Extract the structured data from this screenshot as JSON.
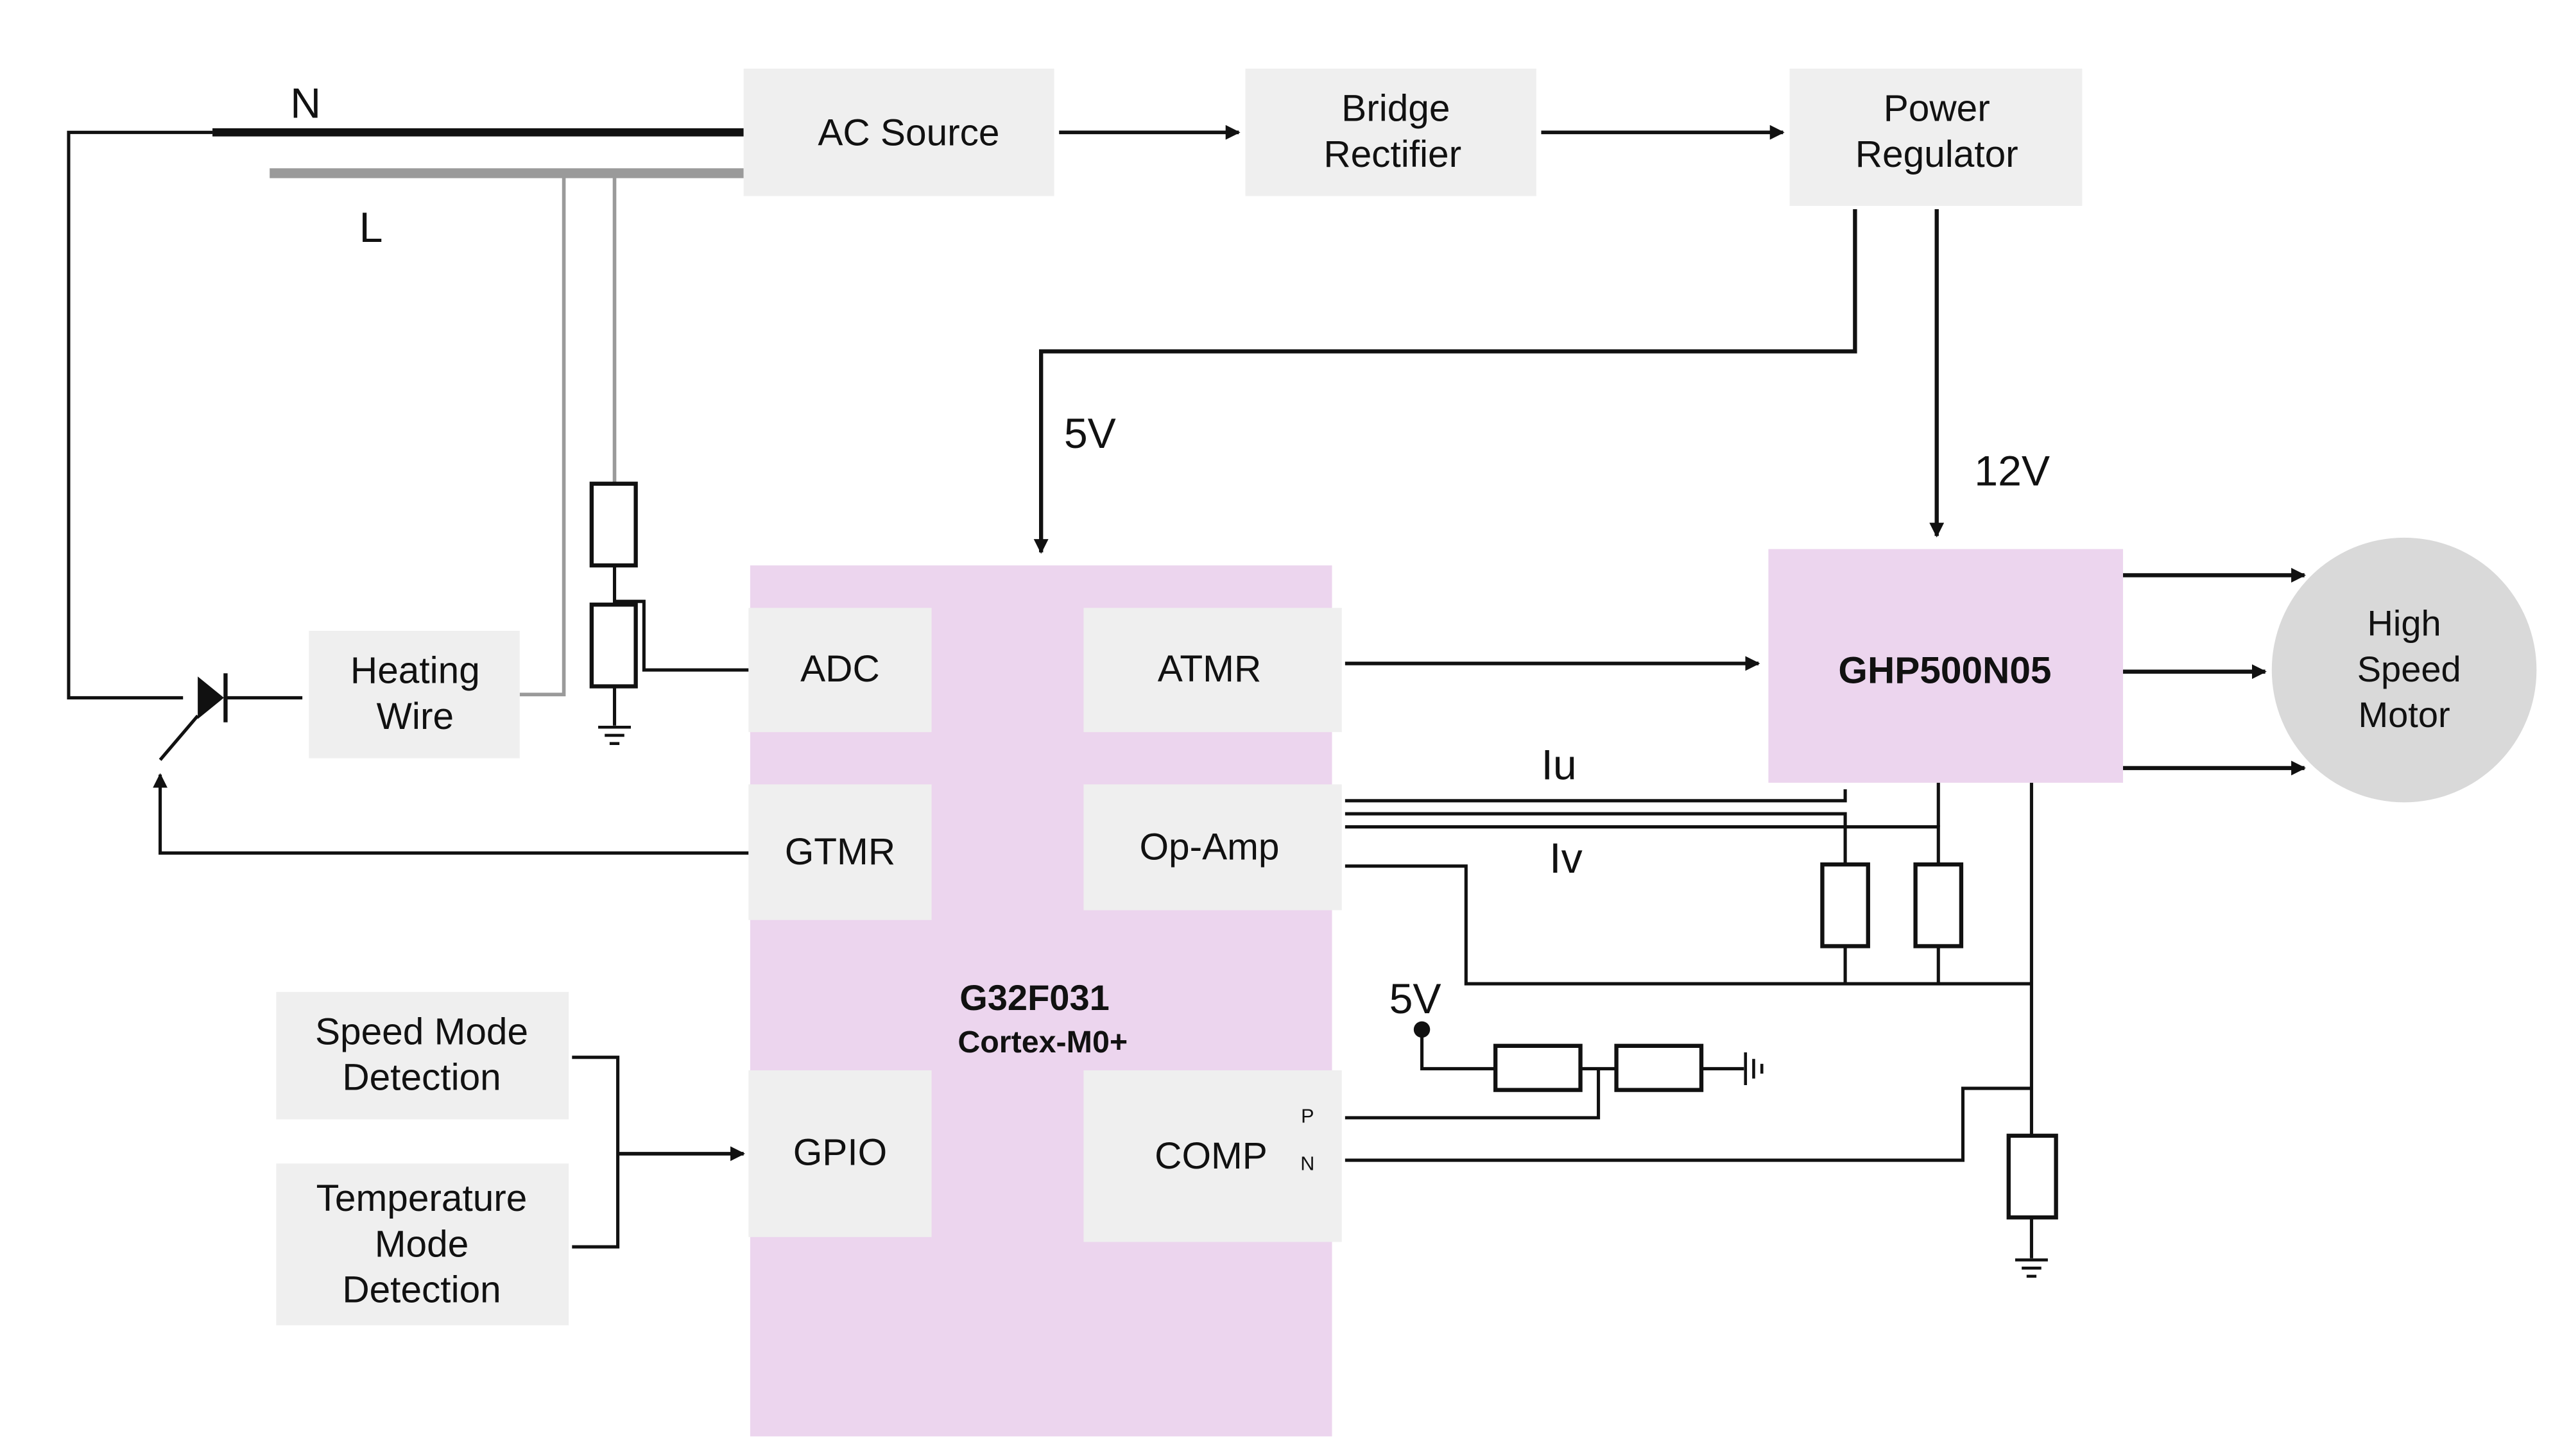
{
  "diagram": {
    "mains": {
      "neutral_label": "N",
      "live_label": "L"
    },
    "blocks": {
      "ac_source": "AC Source",
      "bridge_rectifier": [
        "Bridge",
        "Rectifier"
      ],
      "power_regulator": [
        "Power",
        "Regulator"
      ],
      "heating_wire": [
        "Heating",
        "Wire"
      ],
      "speed_mode_detection": [
        "Speed Mode",
        "Detection"
      ],
      "temperature_mode_detection": [
        "Temperature",
        "Mode",
        "Detection"
      ],
      "gate_driver": "GHP500N05",
      "motor": [
        "High",
        "Speed",
        "Motor"
      ]
    },
    "mcu": {
      "name": "G32F031",
      "core": "Cortex-M0+",
      "peripherals": {
        "adc": "ADC",
        "atmr": "ATMR",
        "gtmr": "GTMR",
        "op_amp": "Op-Amp",
        "gpio": "GPIO",
        "comp": "COMP",
        "comp_p": "P",
        "comp_n": "N"
      }
    },
    "rails": {
      "mcu_supply": "5V",
      "driver_supply": "12V",
      "ref_supply": "5V"
    },
    "signals": {
      "phase_u": "Iu",
      "phase_v": "Iv"
    },
    "colors": {
      "mcu_fill": "#ecd5ee",
      "block_fill": "#efefef",
      "motor_fill": "#d9d9d9",
      "wire": "#111111",
      "live_wire": "#9a9a9a"
    }
  }
}
